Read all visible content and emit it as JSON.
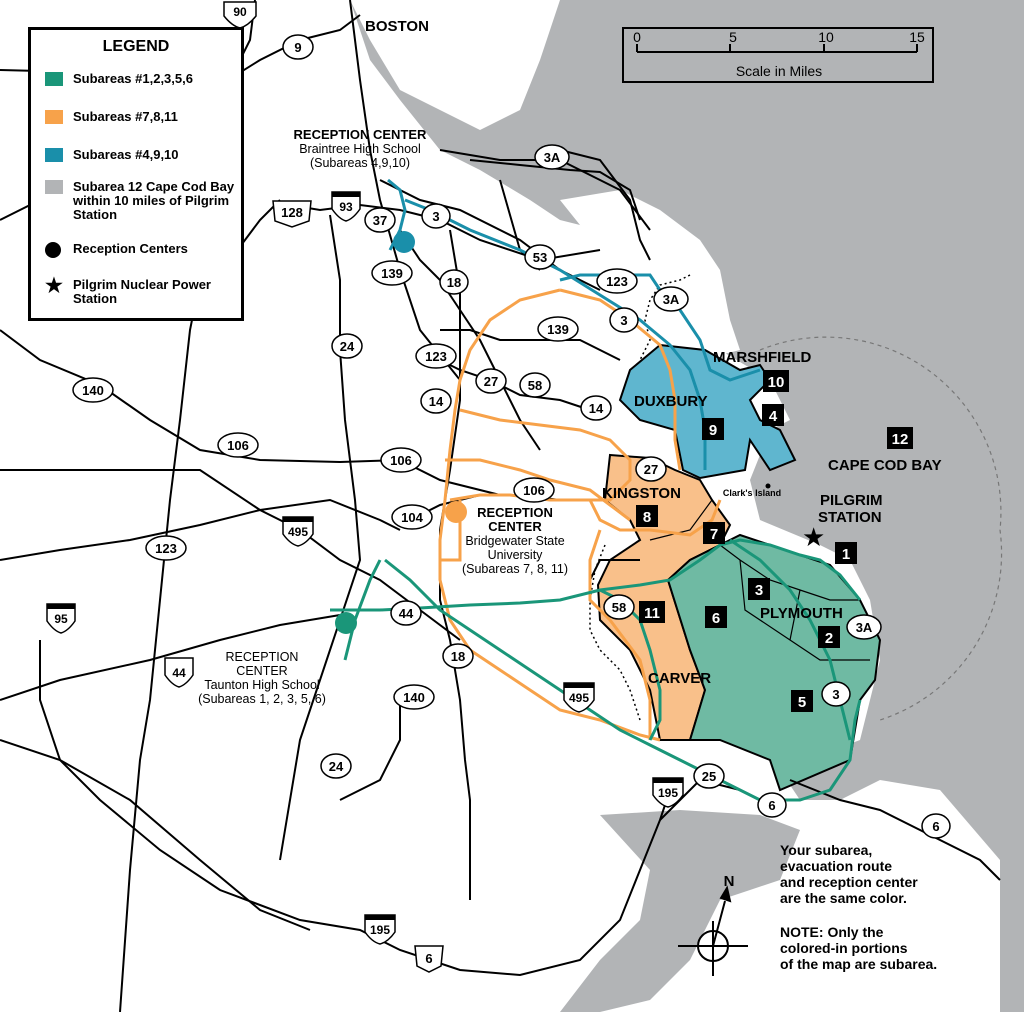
{
  "colors": {
    "green": "#1a9679",
    "orange": "#f7a24a",
    "blue": "#1a8faa",
    "gray": "#b2b4b6",
    "orange_fill": "#f9c08a",
    "green_fill": "#6fbaa3",
    "blue_fill": "#5fb6cf"
  },
  "legend": {
    "title": "LEGEND",
    "items": [
      {
        "label": "Subareas #1,2,3,5,6",
        "color": "#1a9679"
      },
      {
        "label": "Subareas #7,8,11",
        "color": "#f7a24a"
      },
      {
        "label": "Subareas #4,9,10",
        "color": "#1a8faa"
      },
      {
        "label": "Subarea 12 Cape Cod Bay within 10 miles of Pilgrim Station",
        "color": "#b2b4b6"
      },
      {
        "label": "Reception Centers",
        "icon": "circle-icon"
      },
      {
        "label": "Pilgrim Nuclear Power Station",
        "icon": "star-icon"
      }
    ]
  },
  "scale": {
    "ticks": [
      "0",
      "5",
      "10",
      "15"
    ],
    "label": "Scale in Miles"
  },
  "places": {
    "boston": "BOSTON",
    "marshfield": "MARSHFIELD",
    "duxbury": "DUXBURY",
    "kingston": "KINGSTON",
    "plymouth": "PLYMOUTH",
    "carver": "CARVER",
    "cape_cod_bay": "CAPE COD BAY",
    "clarks_island": "Clark's Island",
    "pilgrim_station_1": "PILGRIM",
    "pilgrim_station_2": "STATION"
  },
  "reception_centers": {
    "braintree": {
      "title": "RECEPTION CENTER",
      "line1": "Braintree High School",
      "line2": "(Subareas 4,9,10)"
    },
    "bridgewater": {
      "title1": "RECEPTION",
      "title2": "CENTER",
      "line1": "Bridgewater State",
      "line2": "University",
      "line3": "(Subareas 7, 8, 11)"
    },
    "taunton": {
      "line1": "RECEPTION",
      "line2": "CENTER",
      "line3": "Taunton High School",
      "line4": "(Subareas 1, 2, 3, 5, 6)"
    }
  },
  "subareas": [
    "1",
    "2",
    "3",
    "4",
    "5",
    "6",
    "7",
    "8",
    "9",
    "10",
    "11",
    "12"
  ],
  "routes": {
    "state": [
      "9",
      "3A",
      "37",
      "3",
      "53",
      "139",
      "123",
      "18",
      "3A",
      "24",
      "123",
      "139",
      "3",
      "27",
      "58",
      "14",
      "14",
      "140",
      "106",
      "106",
      "27",
      "106",
      "104",
      "123",
      "44",
      "58",
      "18",
      "140",
      "24",
      "25",
      "6",
      "6",
      "3",
      "3A"
    ],
    "interstate": [
      "90",
      "93",
      "495",
      "95",
      "44",
      "495",
      "195",
      "195"
    ],
    "us": [
      "128",
      "6"
    ]
  },
  "notes": {
    "note1": [
      "Your subarea,",
      "evacuation route",
      "and reception center",
      "are the same color."
    ],
    "note2": [
      "NOTE: Only the",
      "colored-in portions",
      "of the map are subarea."
    ]
  },
  "compass": {
    "north": "N"
  }
}
